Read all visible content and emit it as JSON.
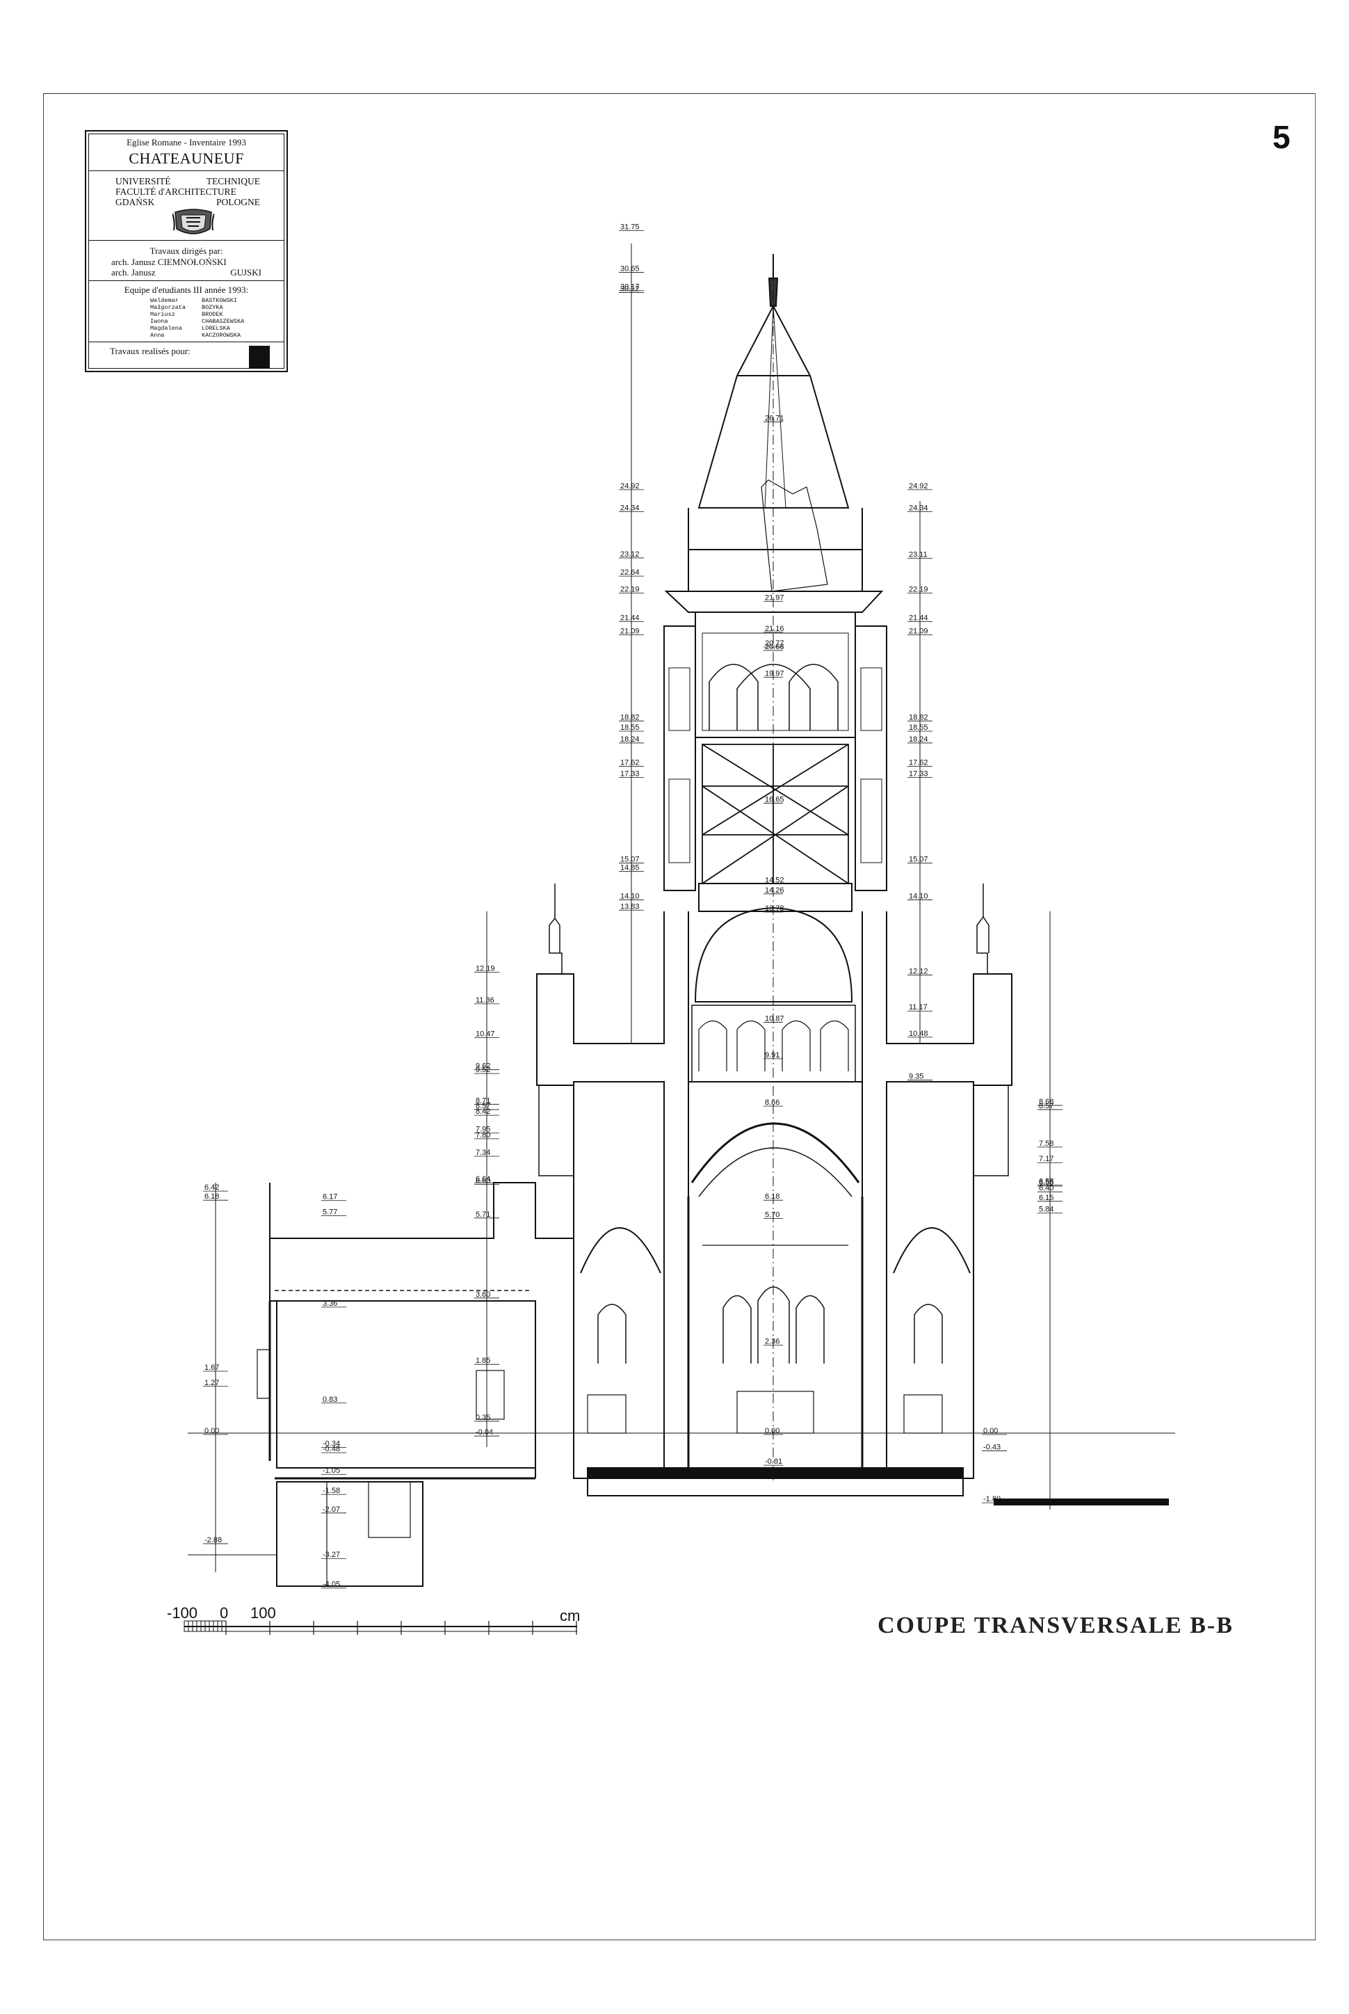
{
  "sheet": {
    "number": "5"
  },
  "cartouche": {
    "line1": "Eglise Romane  -  Inventaire 1993",
    "title": "CHATEAUNEUF",
    "university": {
      "left": [
        "UNIVERSITÉ",
        "FACULTÉ   d'ARCHITECTURE",
        "GDAŃSK"
      ],
      "right": [
        "TECHNIQUE",
        "",
        "POLOGNE"
      ]
    },
    "directed_heading": "Travaux dirigés par:",
    "directors": [
      {
        "left": "arch. Janusz CIEMNOŁOŃSKI",
        "right": ""
      },
      {
        "left": "arch. Janusz",
        "right": "GUJSKI"
      }
    ],
    "team_heading": "Equipe d'etudiants  III année 1993:",
    "students": [
      {
        "first": "Waldemar",
        "last": "BASTKOWSKI"
      },
      {
        "first": "Małgorzata",
        "last": "BOZYKA"
      },
      {
        "first": "Mariusz",
        "last": "BRODEK"
      },
      {
        "first": "Iwona",
        "last": "CHABASZEWSKA"
      },
      {
        "first": "Magdalena",
        "last": "LORELSKA"
      },
      {
        "first": "Anna",
        "last": "KACZOROWSKA"
      }
    ],
    "realised_for": "Travaux realisés pour:"
  },
  "levels_left": [
    "30.12",
    "31.75",
    "30.65",
    "30.17",
    "24.92",
    "24.34",
    "23.12",
    "22.64",
    "22.19",
    "21.44",
    "21.09",
    "18.82",
    "18.55",
    "18.24",
    "17.62",
    "17.33",
    "15.07",
    "14.85",
    "14.10",
    "13.83",
    "12.19",
    "11.36",
    "10.47",
    "9.62",
    "9.52",
    "8.71",
    "8.42",
    "8.57",
    "7.95",
    "7.80",
    "7.34",
    "6.64",
    "6.60",
    "6.42",
    "6.18",
    "6.17",
    "5.71",
    "5.77",
    "3.60",
    "3.36",
    "1.85",
    "1.67",
    "1.27",
    "0.83",
    "0.35",
    "0.00",
    "-0.04",
    "-0.34",
    "-0.48",
    "-1.05",
    "-1.58",
    "-2.07",
    "-2.88",
    "-3.27",
    "-4.05"
  ],
  "levels_right": [
    "24.92",
    "24.34",
    "23.11",
    "22.19",
    "21.44",
    "21.09",
    "18.82",
    "18.55",
    "18.24",
    "17.62",
    "17.33",
    "15.07",
    "14.10",
    "12.12",
    "11.17",
    "10.48",
    "9.35",
    "8.68",
    "8.57",
    "7.58",
    "7.17",
    "6.58",
    "6.40",
    "6.15",
    "6.55",
    "5.84",
    "0.00",
    "-0.43",
    "-1.80"
  ],
  "levels_center": [
    "26.71",
    "21.97",
    "21.16",
    "20.68",
    "20.77",
    "19.97",
    "16.65",
    "14.52",
    "14.26",
    "13.78",
    "10.87",
    "9.91",
    "8.66",
    "6.18",
    "5.70",
    "2.36",
    "0.00",
    "-0.81"
  ],
  "scale": {
    "left": "-100",
    "zero": "0",
    "right": "100",
    "unit": "cm"
  },
  "caption": "COUPE TRANSVERSALE B-B"
}
